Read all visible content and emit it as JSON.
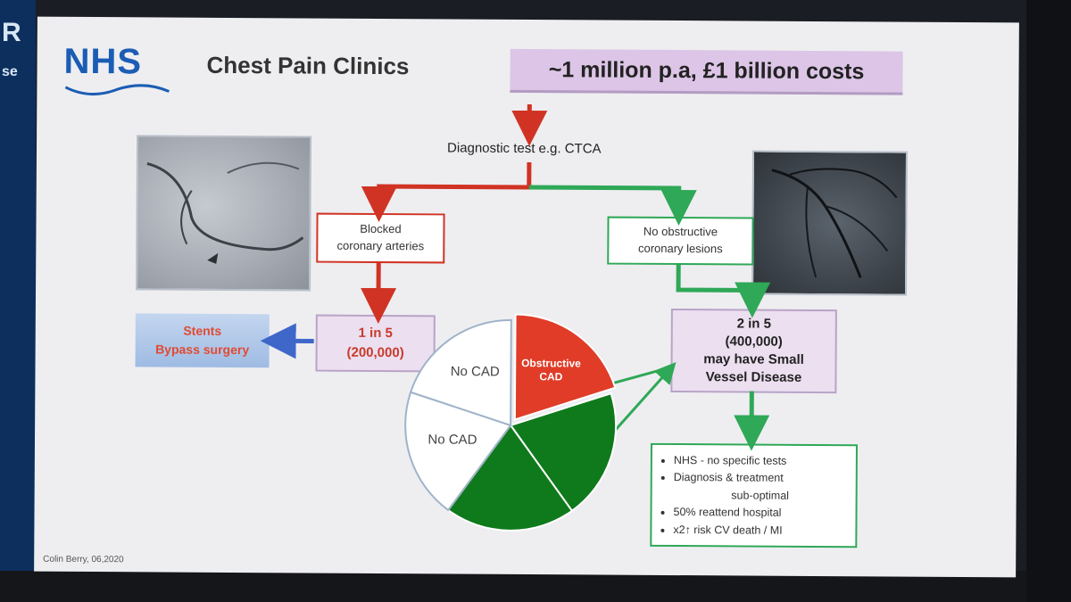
{
  "slide": {
    "logo_text": "NHS",
    "title": "Chest Pain Clinics",
    "headline": "~1 million p.a, £1 billion costs",
    "diagnostic_label": "Diagnostic test e.g. CTCA",
    "blocked_box": [
      "Blocked",
      "coronary arteries"
    ],
    "no_obstructive_box": [
      "No obstructive",
      "coronary lesions"
    ],
    "one_in_five_box": [
      "1 in 5",
      "(200,000)"
    ],
    "two_in_five_box": [
      "2 in 5",
      "(400,000)",
      "may have Small",
      "Vessel Disease"
    ],
    "treatment_box": [
      "Stents",
      "Bypass surgery"
    ],
    "pie": {
      "slices": [
        {
          "label": "Obstructive CAD",
          "value": 20,
          "color": "#e03c28"
        },
        {
          "label": "",
          "value": 20,
          "color": "#0f7a1c"
        },
        {
          "label": "",
          "value": 20,
          "color": "#0f7a1c"
        },
        {
          "label": "No CAD",
          "value": 20,
          "color": "#ffffff"
        },
        {
          "label": "No CAD",
          "value": 20,
          "color": "#ffffff"
        }
      ]
    },
    "bullets": [
      {
        "text": "NHS - no specific tests",
        "sub": false
      },
      {
        "text": "Diagnosis & treatment",
        "sub": false
      },
      {
        "text": "sub-optimal",
        "sub": true
      },
      {
        "text": "50% reattend hospital",
        "sub": false
      },
      {
        "text": "x2↑ risk CV death / MI",
        "sub": false
      }
    ],
    "credit": "Colin Berry, 06,2020"
  },
  "monitor": {
    "edge_fragments": [
      "R",
      "se"
    ]
  },
  "colors": {
    "red": "#d03323",
    "green": "#2fa857",
    "blue": "#3e67c9",
    "nhs_blue": "#1b5db4"
  }
}
